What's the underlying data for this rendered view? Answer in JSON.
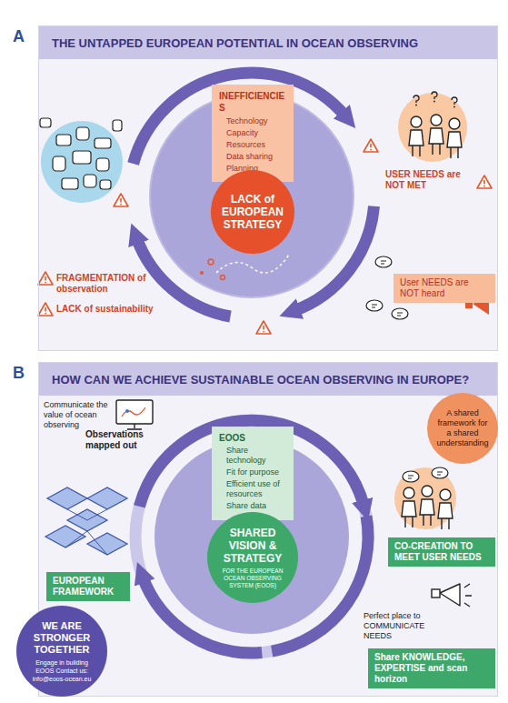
{
  "diagram": {
    "nodes": [
      {
        "text": [
          "THE UNTAPPED EUROPEAN POTENTIAL IN OCEAN OBSERVING"
        ]
      },
      {
        "text": [
          "INEFFICIENCIES",
          "Technology",
          "Capacity",
          "Resources",
          "Data sharing",
          "Planning"
        ],
        "in": 0
      },
      {
        "text": [
          "LACK of EUROPEAN STRATEGY"
        ],
        "in": 0
      },
      {
        "text": [
          "User NEEDS are NOT heard"
        ],
        "in": 0
      },
      {
        "text": [
          "HOW CAN WE ACHIEVE SUSTAINABLE OCEAN OBSERVING IN EUROPE?"
        ]
      },
      {
        "text": [
          "EOOS",
          "Share technology",
          "Fit for purpose",
          "Efficient use of resources",
          "Share data"
        ],
        "in": 4
      },
      {
        "text": [
          "SHARED VISION & STRATEGY",
          "FOR THE EUROPEAN OCEAN OBSERVING SYSTEM (EOOS)"
        ],
        "in": 4
      },
      {
        "text": [
          "A shared framework for a shared understanding"
        ],
        "in": 4
      },
      {
        "text": [
          "CO-CREATION TO MEET USER NEEDS"
        ],
        "in": 4
      },
      {
        "text": [
          "EUROPEAN FRAMEWORK"
        ],
        "in": 4
      },
      {
        "text": [
          "Share KNOWLEDGE, EXPERTISE and scan horizon"
        ],
        "in": 4
      },
      {
        "text": [
          "WE ARE STRONGER TOGETHER",
          "Engage in building EOOS Contact us: info@eoos-ocean.eu"
        ]
      }
    ],
    "labels": [
      "A",
      "B",
      "FRAGMENTATION of observation",
      "LACK of sustainability",
      "USER NEEDS are NOT MET",
      "Communicate the value of ocean observing",
      "Observations mapped out",
      "Perfect place to COMMUNICATE NEEDS"
    ]
  }
}
